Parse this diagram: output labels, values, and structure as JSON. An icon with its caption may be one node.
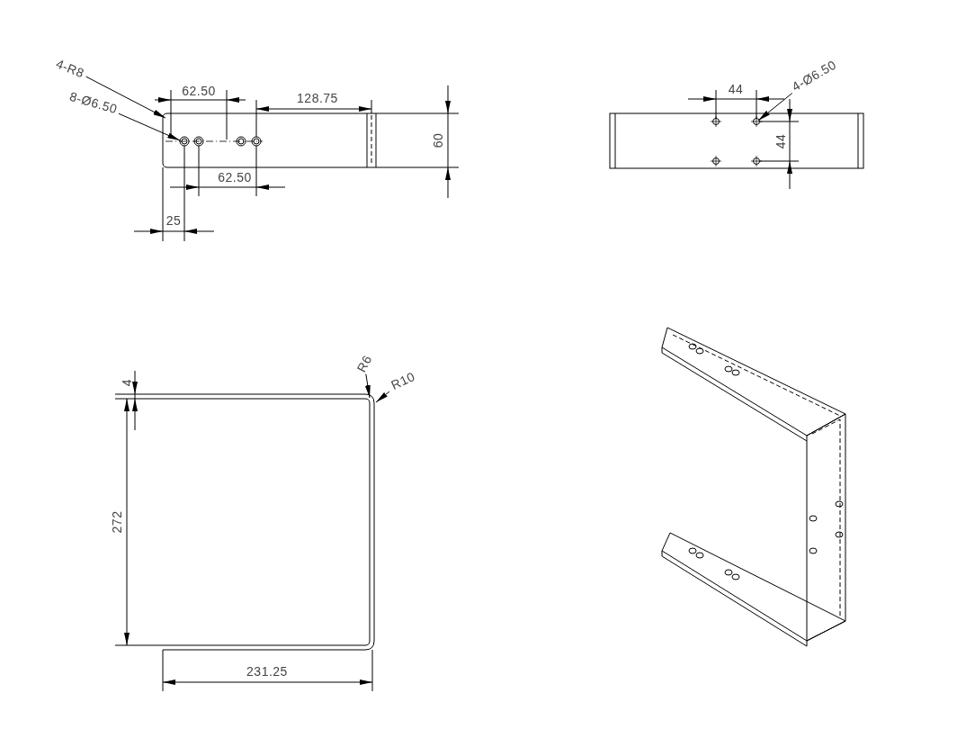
{
  "diagram": {
    "nodes": [
      {
        "text": [
          "4-R8"
        ]
      },
      {
        "text": [
          "8-Ø6.50"
        ]
      },
      {
        "text": [],
        "shape": "picture"
      },
      {
        "text": [
          "4-Ø6.50"
        ]
      },
      {
        "text": [],
        "shape": "picture"
      },
      {
        "text": [
          "R6"
        ]
      },
      {
        "text": [
          "R10"
        ]
      },
      {
        "text": [],
        "shape": "picture"
      }
    ],
    "edges": [
      {
        "from": 0,
        "to": 2,
        "arrow": "to"
      },
      {
        "from": 1,
        "to": 2,
        "arrow": "to"
      },
      {
        "from": 3,
        "to": 4,
        "arrow": "to"
      },
      {
        "from": 5,
        "to": 7,
        "arrow": "to"
      },
      {
        "from": 6,
        "to": 7,
        "arrow": "to"
      }
    ],
    "labels": [
      "62.50",
      "128.75",
      "60",
      "62.50",
      "25",
      "44",
      "44",
      "4",
      "272",
      "231.25"
    ]
  }
}
